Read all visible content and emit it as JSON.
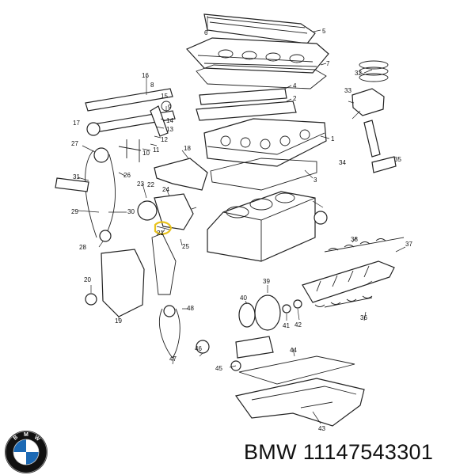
{
  "brand": "BMW",
  "part_number": "11147543301",
  "logo": {
    "letters": "BMW",
    "colors": {
      "ring": "#111111",
      "blue": "#1c69b4",
      "white": "#ffffff"
    }
  },
  "highlight_color": "#e9c21b",
  "callouts": [
    "1",
    "2",
    "3",
    "4",
    "5",
    "6",
    "7",
    "8",
    "9",
    "10",
    "11",
    "12",
    "13",
    "14",
    "15",
    "16",
    "17",
    "18",
    "19",
    "20",
    "21",
    "22",
    "23",
    "24",
    "25",
    "26",
    "27",
    "28",
    "29",
    "30",
    "31",
    "32",
    "33",
    "34",
    "35",
    "36",
    "37",
    "38",
    "39",
    "40",
    "41",
    "42",
    "43",
    "44",
    "45",
    "46",
    "47",
    "48"
  ],
  "highlighted_callout": "21"
}
